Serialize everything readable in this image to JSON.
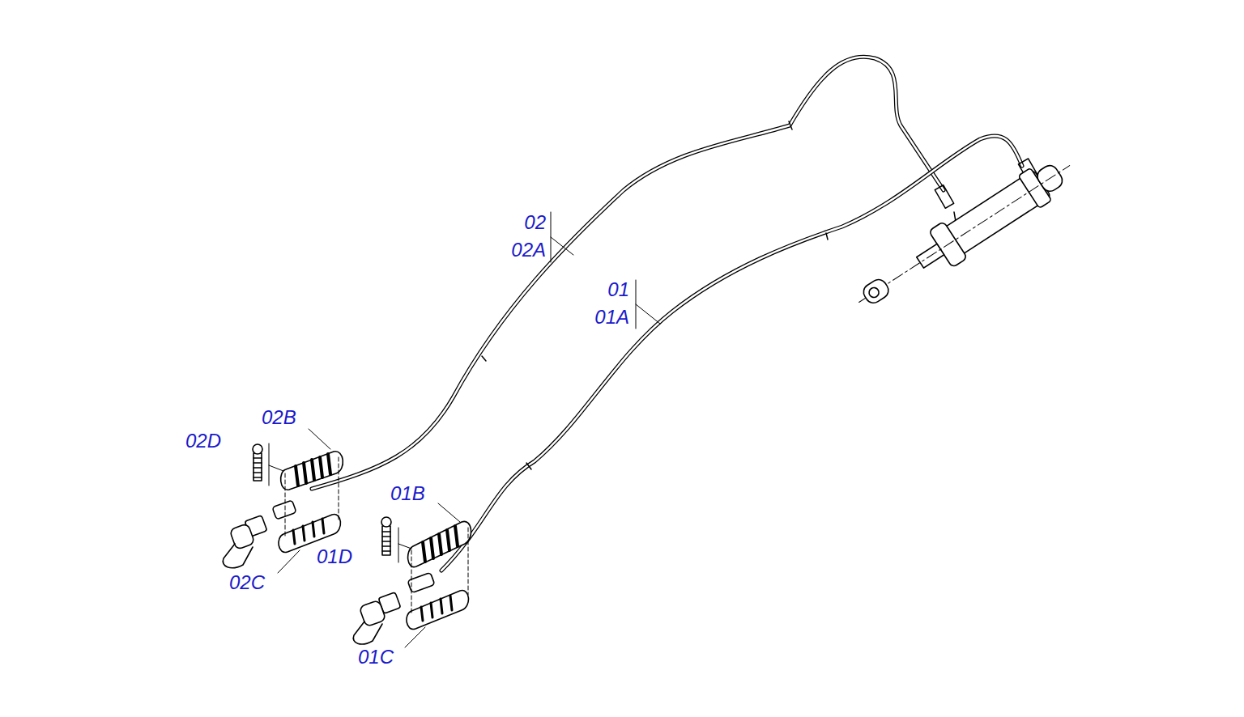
{
  "diagram": {
    "labels": [
      "02",
      "02A",
      "01",
      "01A",
      "02B",
      "02D",
      "01B",
      "01D",
      "02C",
      "01C"
    ]
  }
}
